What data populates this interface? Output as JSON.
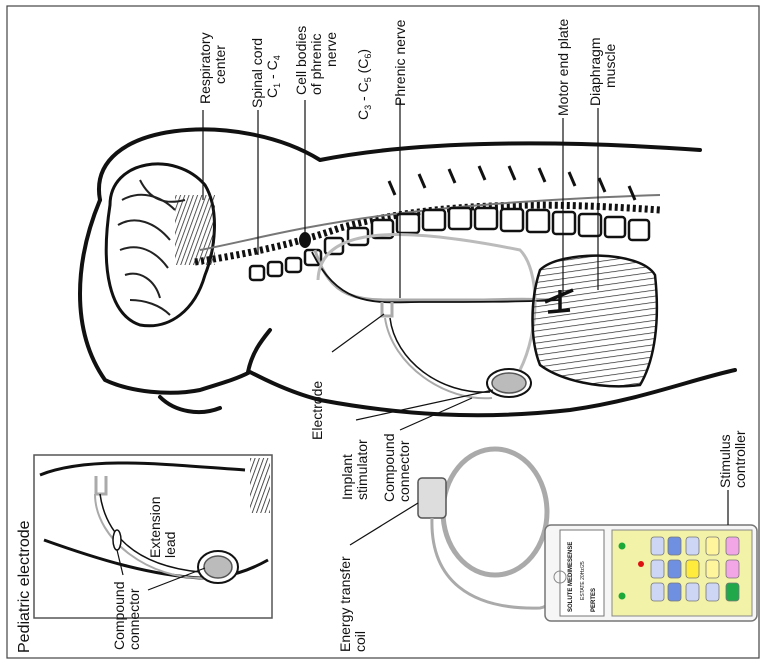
{
  "labels": {
    "respiratory_center": [
      "Respiratory",
      "center"
    ],
    "spinal_cord": [
      "Spinal cord",
      "C",
      "1",
      " - C",
      "4"
    ],
    "cell_bodies": [
      "Cell bodies",
      "of phrenic",
      "nerve"
    ],
    "c3_c5": [
      "C",
      "3",
      " - C",
      "5",
      " (C",
      "6",
      ")"
    ],
    "phrenic_nerve": "Phrenic nerve",
    "motor_end_plate": "Motor end plate",
    "diaphragm_muscle": [
      "Diaphragm",
      "muscle"
    ],
    "electrode": "Electrode",
    "implant_stimulator": [
      "Implant",
      "stimulator"
    ],
    "compound_connector": [
      "Compound",
      "connector"
    ],
    "stimulus_controller": [
      "Stimulus",
      "controller"
    ],
    "energy_transfer_coil": [
      "Energy transfer",
      "coil"
    ]
  },
  "inset": {
    "title": "Pediatric electrode",
    "extension_lead": [
      "Extension",
      "lead"
    ],
    "compound_connector": [
      "Compound",
      "connector"
    ]
  },
  "controller_screen": [
    "SOLUTE MEDIMESENSE",
    "ESTATE 20Hz/25",
    "PERTES"
  ]
}
